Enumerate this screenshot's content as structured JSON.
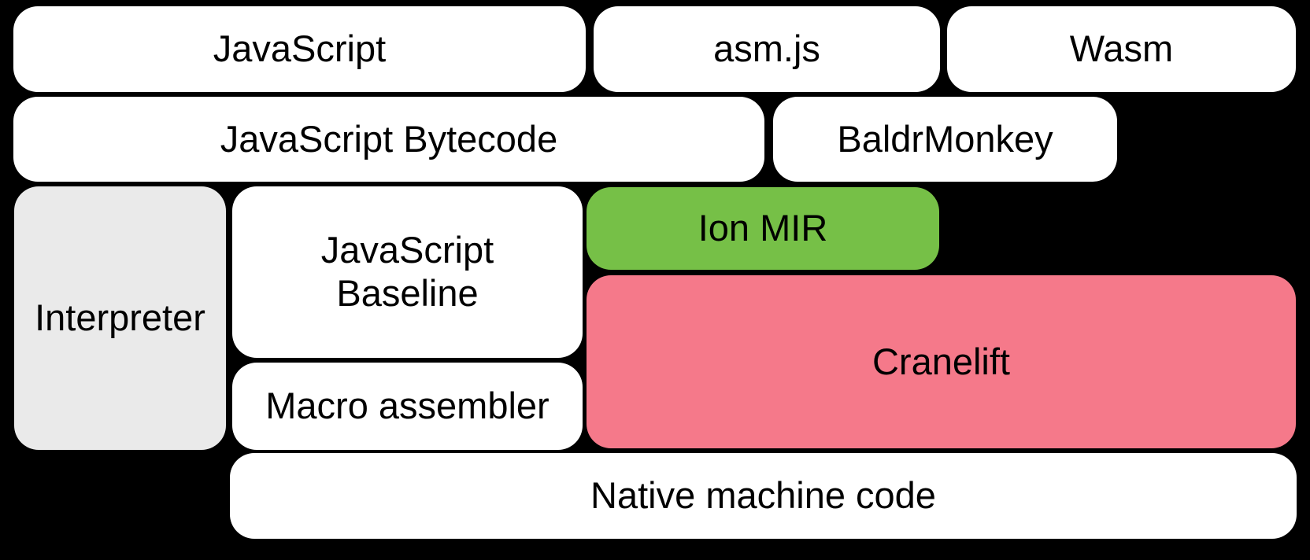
{
  "colors": {
    "background": "#000000",
    "box_white": "#ffffff",
    "box_gray": "#eaeaea",
    "box_green": "#76c047",
    "box_pink": "#f5798a",
    "text": "#000000"
  },
  "diagram": {
    "type": "block-diagram",
    "boxes": {
      "javascript": {
        "label": "JavaScript",
        "fill": "white"
      },
      "asmjs": {
        "label": "asm.js",
        "fill": "white"
      },
      "wasm": {
        "label": "Wasm",
        "fill": "white"
      },
      "javascript_bytecode": {
        "label": "JavaScript Bytecode",
        "fill": "white"
      },
      "baldrmonkey": {
        "label": "BaldrMonkey",
        "fill": "white"
      },
      "interpreter": {
        "label": "Interpreter",
        "fill": "gray"
      },
      "javascript_baseline": {
        "label": "JavaScript Baseline",
        "fill": "white"
      },
      "ion_mir": {
        "label": "Ion MIR",
        "fill": "green"
      },
      "macro_assembler": {
        "label": "Macro assembler",
        "fill": "white"
      },
      "cranelift": {
        "label": "Cranelift",
        "fill": "pink"
      },
      "native_machine_code": {
        "label": "Native machine code",
        "fill": "white"
      }
    }
  }
}
